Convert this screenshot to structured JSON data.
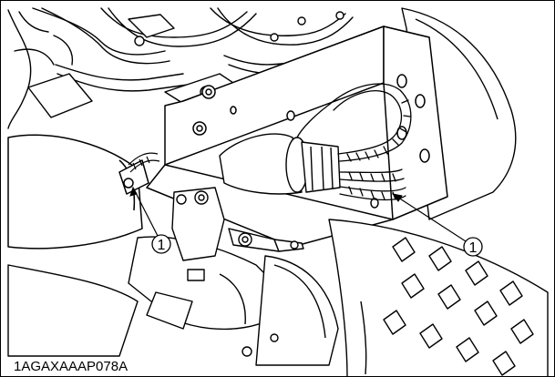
{
  "figure": {
    "caption": "1AGAXAAAP078A",
    "callouts": [
      {
        "label": "1"
      },
      {
        "label": "1"
      }
    ]
  }
}
